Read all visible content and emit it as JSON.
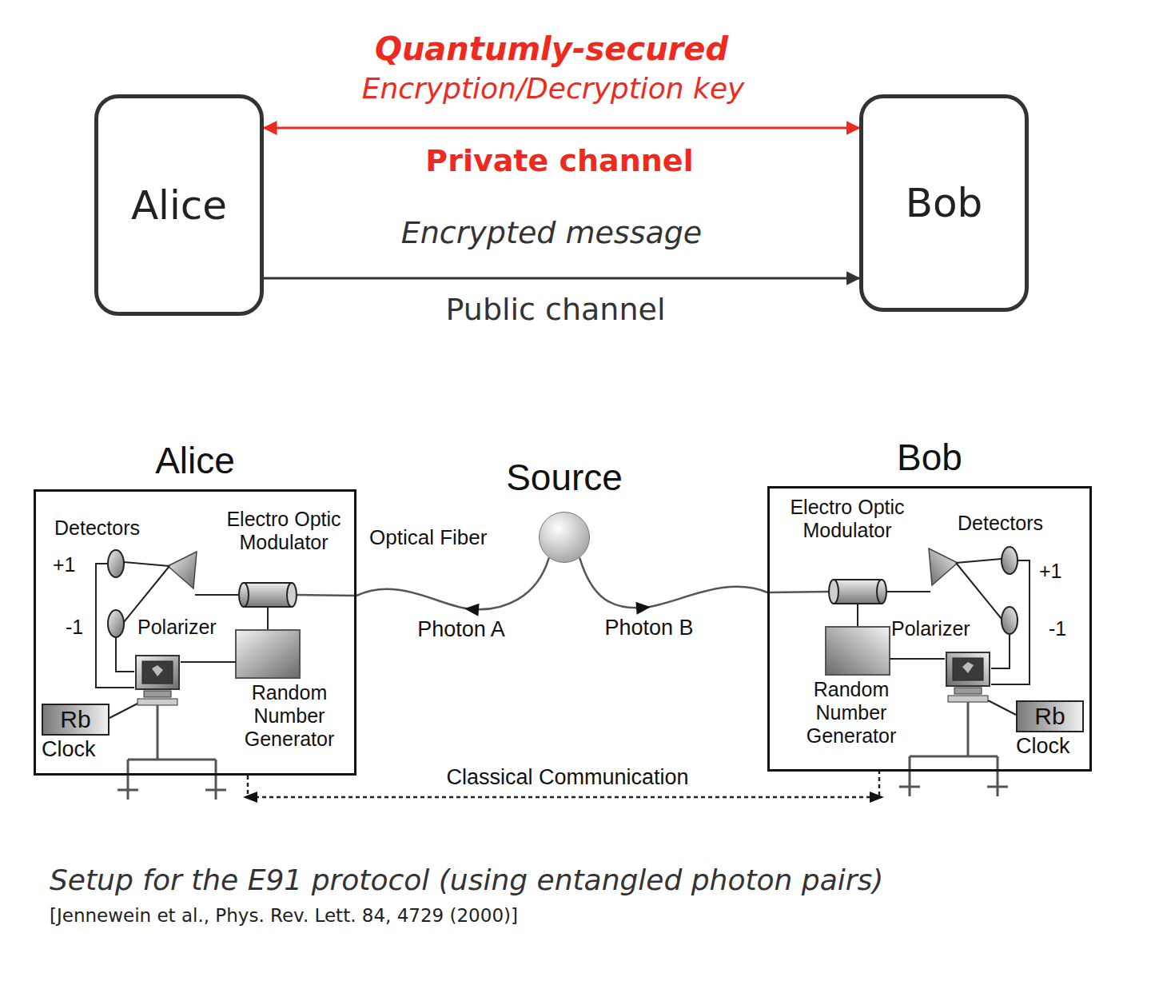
{
  "diagram": {
    "caption": "Setup for the E91 protocol (using entangled photon pairs)",
    "nodes": [
      {
        "text": [
          "Alice"
        ]
      },
      {
        "text": [
          "Bob"
        ]
      },
      {
        "text": [
          "Alice"
        ]
      },
      {
        "text": [
          "Rb",
          "Clock"
        ],
        "in": 2
      },
      {
        "text": [
          "Source"
        ]
      },
      {
        "text": [
          "Bob"
        ]
      },
      {
        "text": [
          "Rb",
          "Clock"
        ],
        "in": 5
      }
    ],
    "edges": [
      {
        "from": 0,
        "to": 1,
        "arrow": "both",
        "label": "Private channel"
      },
      {
        "from": 0,
        "to": 1,
        "arrow": "to",
        "label": "Encrypted message"
      },
      {
        "from": 4,
        "to": 2,
        "arrow": "to",
        "label": "Photon A"
      },
      {
        "from": 4,
        "to": 5,
        "arrow": "to",
        "label": "Photon B"
      },
      {
        "from": 2,
        "to": 5,
        "arrow": "both",
        "label": "Classical Communication"
      }
    ],
    "labels": [
      "Quantumly-secured",
      "Encryption/Decryption key",
      "Public channel",
      "Detectors",
      "+1",
      "-1",
      "Polarizer",
      "Electro Optic Modulator",
      "Random Number Generator",
      "Optical Fiber",
      "Electro Optic Modulator",
      "Detectors",
      "+1",
      "-1",
      "Polarizer",
      "Random Number Generator",
      "[Jennewein et al., Phys. Rev. Lett. 84, 4729 (2000)]"
    ]
  }
}
